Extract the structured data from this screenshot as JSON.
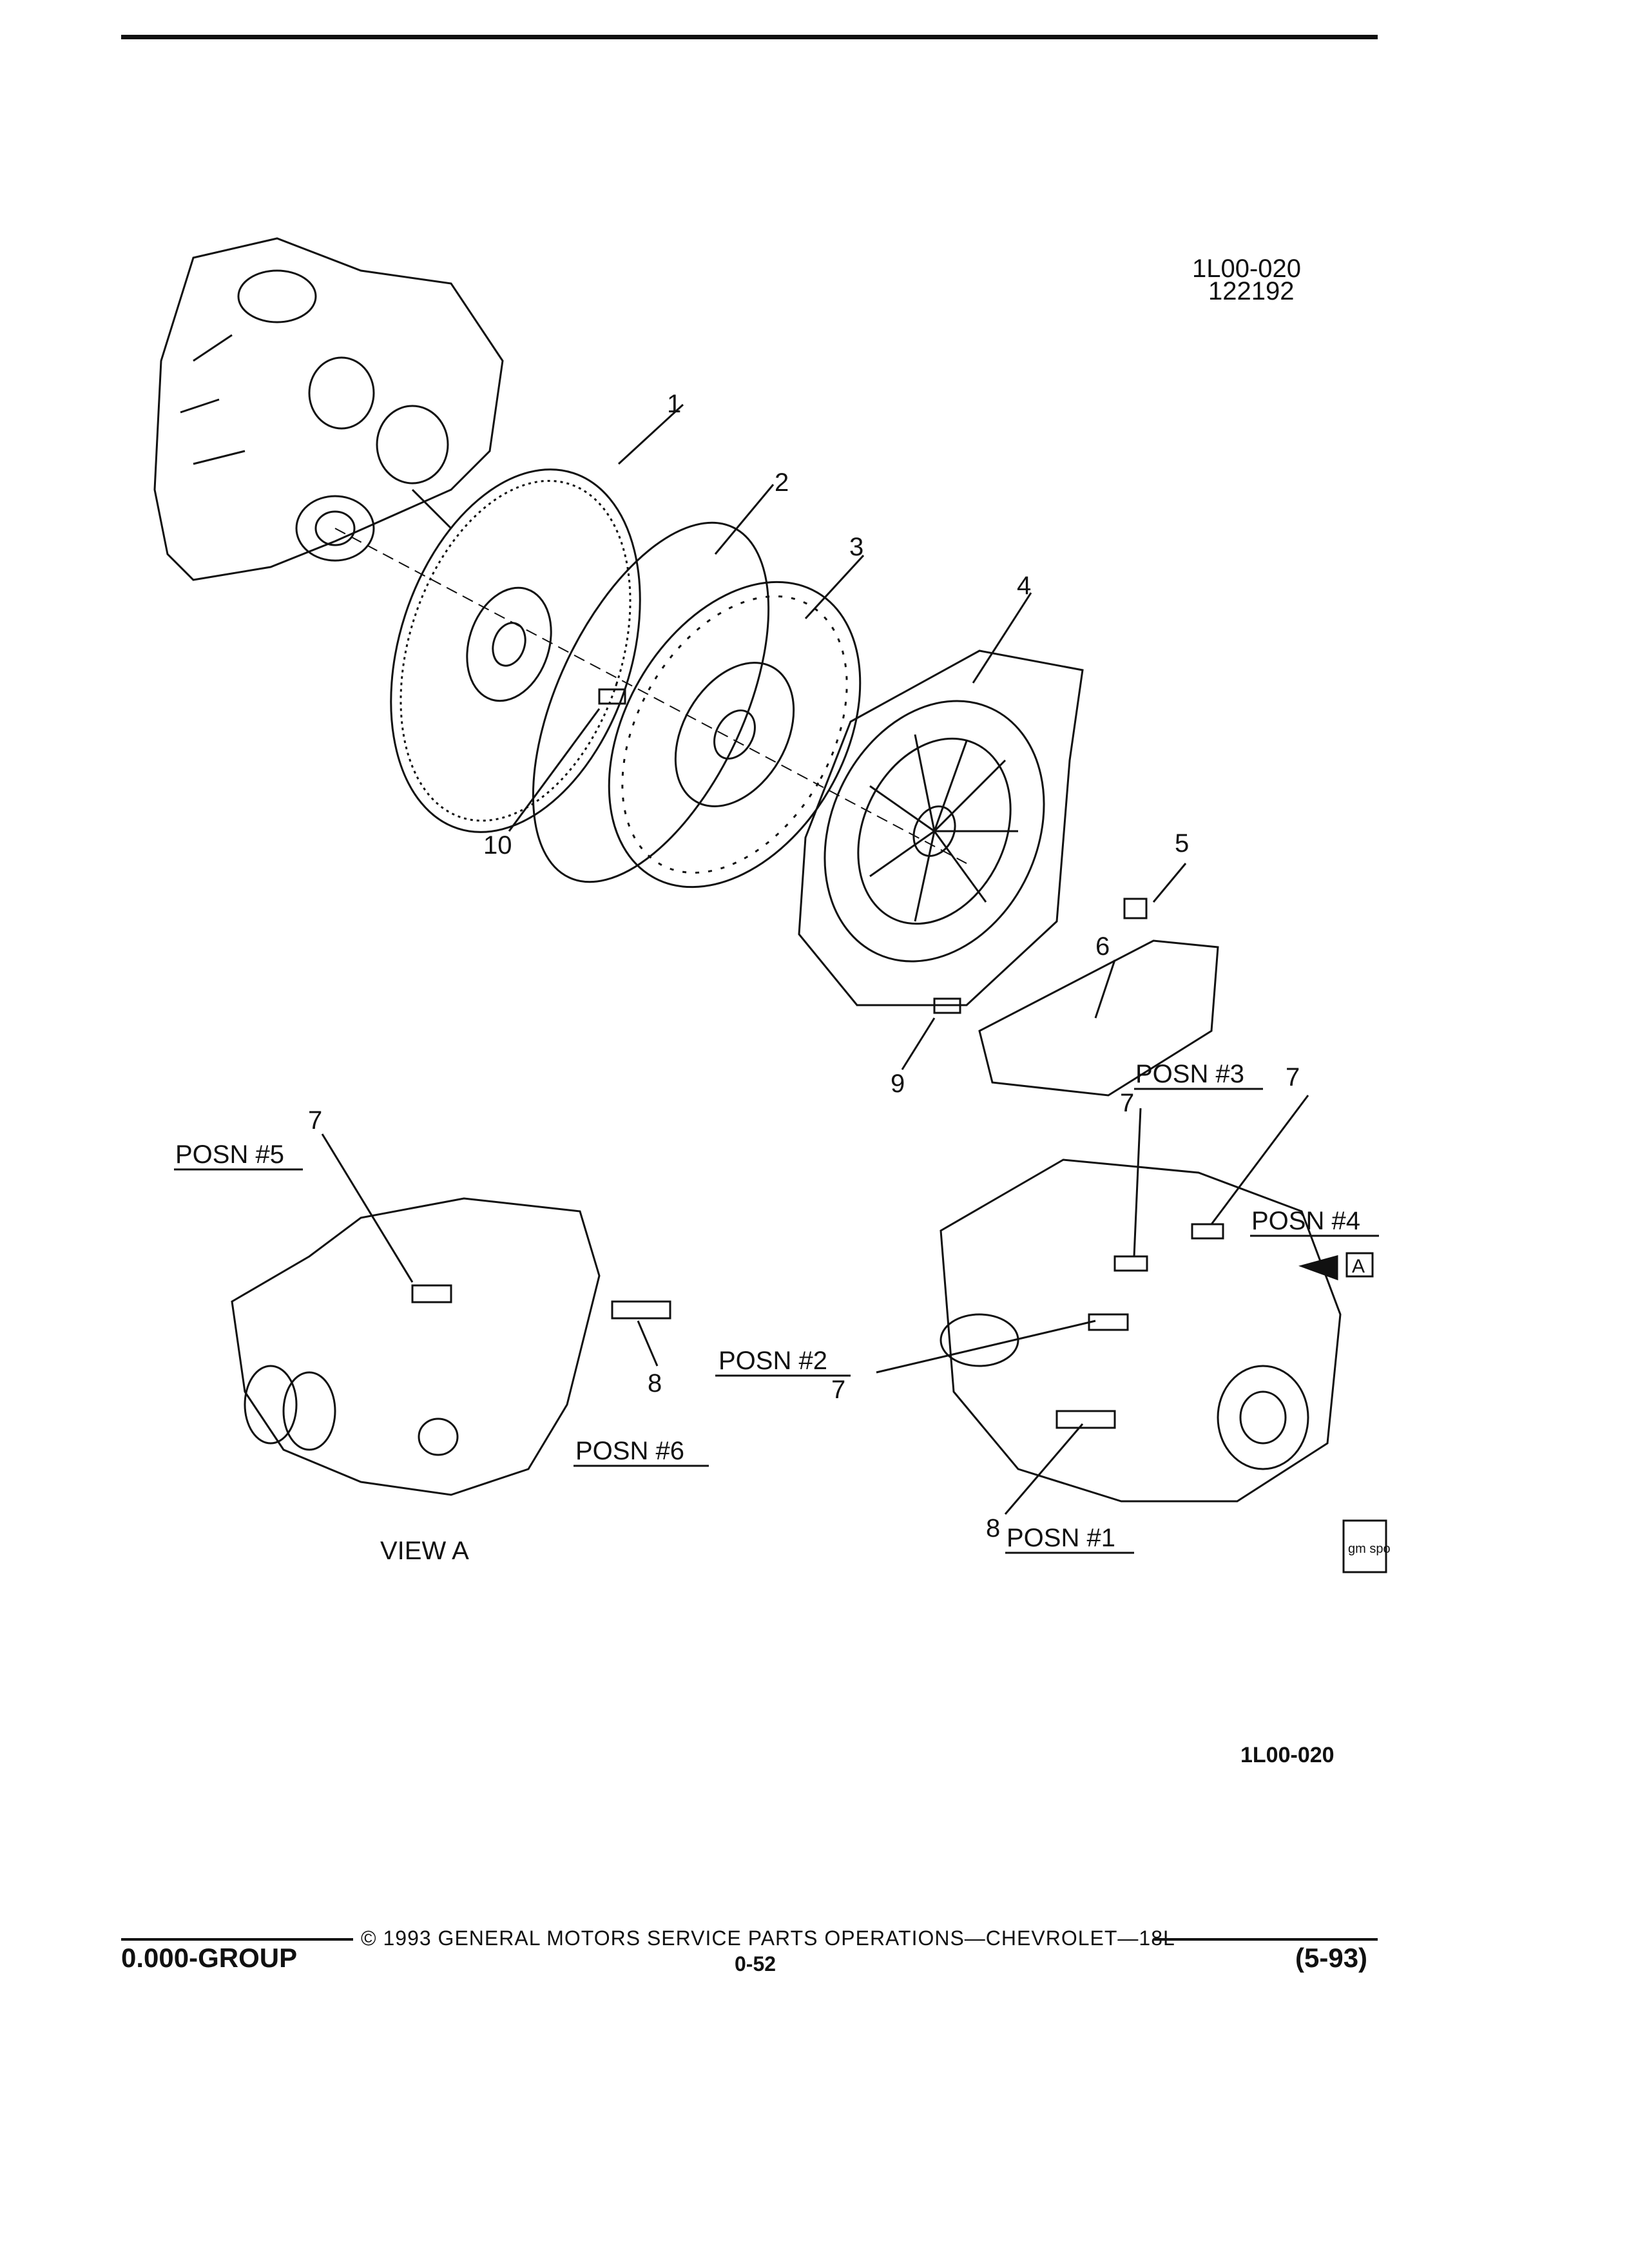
{
  "figure": {
    "id": "1L00-020",
    "sub_id": "122192",
    "bottom_id": "1L00-020",
    "callouts": [
      "1",
      "2",
      "3",
      "4",
      "5",
      "6",
      "7",
      "8",
      "9",
      "10"
    ],
    "positions": {
      "p1": "POSN #1",
      "p2": "POSN #2",
      "p3": "POSN #3",
      "p4": "POSN #4",
      "p5": "POSN #5",
      "p6": "POSN #6"
    },
    "view_label": "VIEW A",
    "view_marker": "A",
    "logo_text": "gm spo"
  },
  "footer": {
    "copyright": "© 1993 GENERAL MOTORS SERVICE PARTS OPERATIONS—CHEVROLET—18L",
    "group": "0.000-GROUP",
    "page": "0-52",
    "date": "(5-93)"
  }
}
